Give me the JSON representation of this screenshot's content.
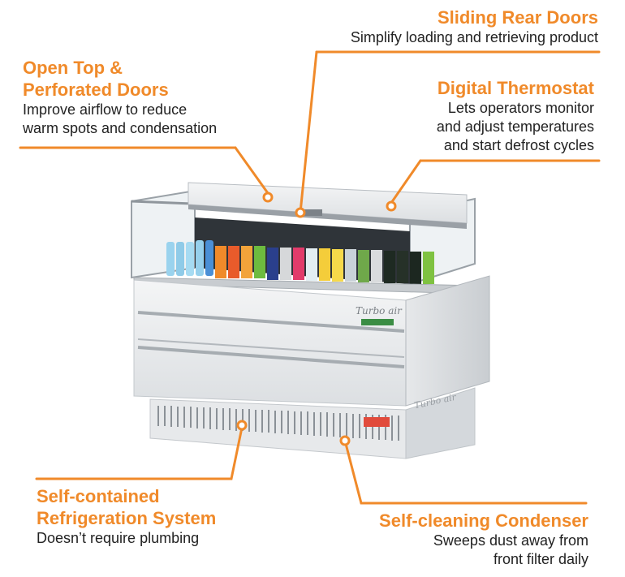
{
  "colors": {
    "accent": "#f08a2a",
    "text": "#222222"
  },
  "callouts": {
    "sliding_rear_doors": {
      "title": "Sliding Rear Doors",
      "desc": "Simplify loading and retrieving product"
    },
    "open_top": {
      "title_line1": "Open Top &",
      "title_line2": "Perforated Doors",
      "desc_line1": "Improve airflow to reduce",
      "desc_line2": "warm spots and condensation"
    },
    "digital_thermostat": {
      "title": "Digital Thermostat",
      "desc_line1": "Lets operators monitor",
      "desc_line2": "and adjust temperatures",
      "desc_line3": "and start defrost cycles"
    },
    "self_contained": {
      "title_line1": "Self-contained",
      "title_line2": "Refrigeration System",
      "desc": "Doesn’t require plumbing"
    },
    "self_cleaning": {
      "title": "Self-cleaning Condenser",
      "desc_line1": "Sweeps dust away from",
      "desc_line2": "front filter daily"
    }
  },
  "product": {
    "brand_logo": "Turbo air",
    "side_logo": "Turbo air"
  }
}
